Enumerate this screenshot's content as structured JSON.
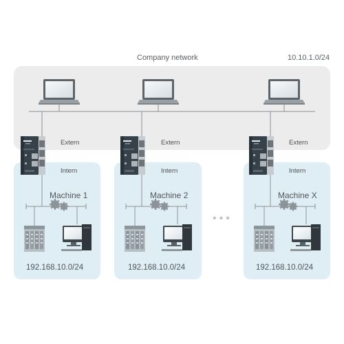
{
  "company": {
    "title": "Company network",
    "subnet": "10.10.1.0/24"
  },
  "labels": {
    "extern": "Extern",
    "intern": "Intern"
  },
  "machines": [
    {
      "name": "Machine 1",
      "subnet": "192.168.10.0/24"
    },
    {
      "name": "Machine 2",
      "subnet": "192.168.10.0/24"
    },
    {
      "name": "Machine X",
      "subnet": "192.168.10.0/24"
    }
  ],
  "colors": {
    "company_zone": "#ececec",
    "machine_zone": "#dfeef4",
    "wire": "#8c9196",
    "router_body": "#3c4650",
    "router_bezel": "#c9ced2"
  }
}
